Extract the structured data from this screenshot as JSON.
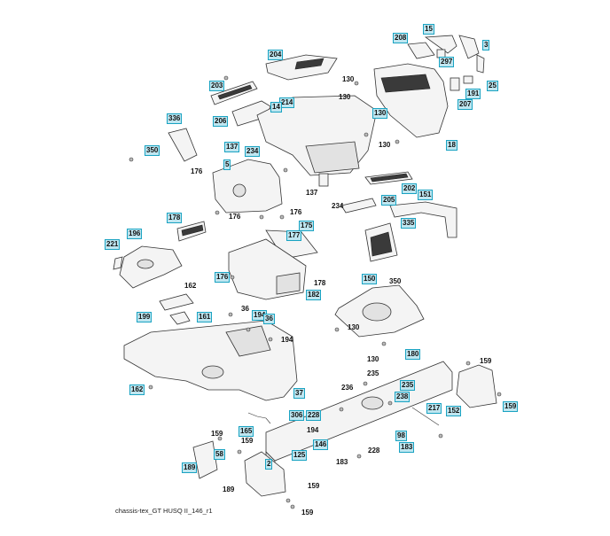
{
  "diagram": {
    "title": "Chassis / Enclosures exploded view",
    "caption": "chassis-tex_GT HUSQ II_146_r1",
    "accent_color": "#1aa3c2",
    "callout_fill": "#bfe6f0",
    "callouts": [
      {
        "label": "204",
        "boxed": true
      },
      {
        "label": "203",
        "boxed": true
      },
      {
        "label": "214",
        "boxed": true
      },
      {
        "label": "14",
        "boxed": true
      },
      {
        "label": "206",
        "boxed": true
      },
      {
        "label": "336",
        "boxed": true
      },
      {
        "label": "350",
        "boxed": true
      },
      {
        "label": "137",
        "boxed": true
      },
      {
        "label": "234",
        "boxed": true
      },
      {
        "label": "5",
        "boxed": true
      },
      {
        "label": "15",
        "boxed": true
      },
      {
        "label": "208",
        "boxed": true
      },
      {
        "label": "3",
        "boxed": true
      },
      {
        "label": "297",
        "boxed": true
      },
      {
        "label": "25",
        "boxed": true
      },
      {
        "label": "191",
        "boxed": true
      },
      {
        "label": "207",
        "boxed": true
      },
      {
        "label": "130",
        "boxed": true
      },
      {
        "label": "18",
        "boxed": true
      },
      {
        "label": "202",
        "boxed": true
      },
      {
        "label": "205",
        "boxed": true
      },
      {
        "label": "151",
        "boxed": true
      },
      {
        "label": "335",
        "boxed": true
      },
      {
        "label": "178",
        "boxed": true
      },
      {
        "label": "175",
        "boxed": true
      },
      {
        "label": "177",
        "boxed": true
      },
      {
        "label": "176",
        "boxed": true
      },
      {
        "label": "182",
        "boxed": true
      },
      {
        "label": "196",
        "boxed": true
      },
      {
        "label": "221",
        "boxed": true
      },
      {
        "label": "199",
        "boxed": true
      },
      {
        "label": "161",
        "boxed": true
      },
      {
        "label": "194",
        "boxed": true
      },
      {
        "label": "36",
        "boxed": true
      },
      {
        "label": "150",
        "boxed": true
      },
      {
        "label": "162",
        "boxed": true
      },
      {
        "label": "37",
        "boxed": true
      },
      {
        "label": "180",
        "boxed": true
      },
      {
        "label": "235",
        "boxed": true
      },
      {
        "label": "238",
        "boxed": true
      },
      {
        "label": "217",
        "boxed": true
      },
      {
        "label": "152",
        "boxed": true
      },
      {
        "label": "159",
        "boxed": true
      },
      {
        "label": "306",
        "boxed": true
      },
      {
        "label": "228",
        "boxed": true
      },
      {
        "label": "165",
        "boxed": true
      },
      {
        "label": "146",
        "boxed": true
      },
      {
        "label": "125",
        "boxed": true
      },
      {
        "label": "98",
        "boxed": true
      },
      {
        "label": "183",
        "boxed": true
      },
      {
        "label": "58",
        "boxed": true
      },
      {
        "label": "189",
        "boxed": true
      },
      {
        "label": "2",
        "boxed": true
      },
      {
        "label": "130",
        "boxed": false
      },
      {
        "label": "130",
        "boxed": false
      },
      {
        "label": "130",
        "boxed": false
      },
      {
        "label": "130",
        "boxed": false
      },
      {
        "label": "130",
        "boxed": false
      },
      {
        "label": "176",
        "boxed": false
      },
      {
        "label": "176",
        "boxed": false
      },
      {
        "label": "176",
        "boxed": false
      },
      {
        "label": "137",
        "boxed": false
      },
      {
        "label": "234",
        "boxed": false
      },
      {
        "label": "350",
        "boxed": false
      },
      {
        "label": "178",
        "boxed": false
      },
      {
        "label": "162",
        "boxed": false
      },
      {
        "label": "36",
        "boxed": false
      },
      {
        "label": "194",
        "boxed": false
      },
      {
        "label": "194",
        "boxed": false
      },
      {
        "label": "235",
        "boxed": false
      },
      {
        "label": "236",
        "boxed": false
      },
      {
        "label": "228",
        "boxed": false
      },
      {
        "label": "183",
        "boxed": false
      },
      {
        "label": "159",
        "boxed": false
      },
      {
        "label": "159",
        "boxed": false
      },
      {
        "label": "159",
        "boxed": false
      },
      {
        "label": "159",
        "boxed": false
      },
      {
        "label": "159",
        "boxed": false
      },
      {
        "label": "189",
        "boxed": false
      }
    ]
  }
}
